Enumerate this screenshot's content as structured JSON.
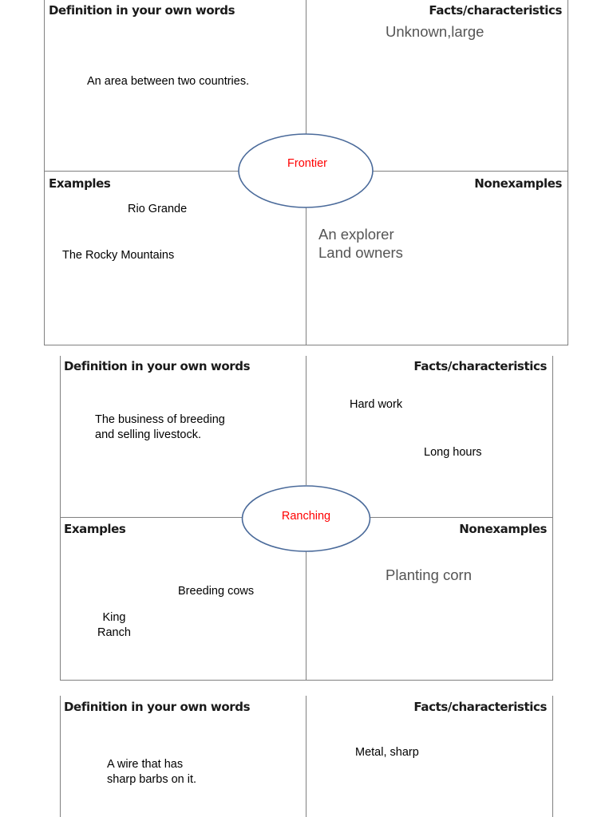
{
  "organizers": [
    {
      "headers": {
        "definition": "Definition in your own words",
        "facts": "Facts/characteristics",
        "examples": "Examples",
        "nonexamples": "Nonexamples"
      },
      "word": "Frontier",
      "definition": [
        "An area between two countries."
      ],
      "facts": [
        "Unknown,large"
      ],
      "examples": [
        "Rio Grande",
        "The Rocky Mountains"
      ],
      "nonexamples": [
        "An explorer\nLand owners"
      ]
    },
    {
      "headers": {
        "definition": "Definition in your own words",
        "facts": "Facts/characteristics",
        "examples": "Examples",
        "nonexamples": "Nonexamples"
      },
      "word": "Ranching",
      "definition": [
        "The business of breeding\nand selling livestock."
      ],
      "facts": [
        "Hard work",
        "Long hours"
      ],
      "examples": [
        "Breeding cows",
        "King\nRanch"
      ],
      "nonexamples": [
        "Planting corn"
      ]
    },
    {
      "headers": {
        "definition": "Definition in your own words",
        "facts": "Facts/characteristics"
      },
      "definition": [
        "A wire that has\nsharp barbs on it."
      ],
      "facts": [
        "Metal, sharp"
      ]
    }
  ],
  "colors": {
    "word_text": "#ff0000",
    "oval_stroke": "#4a6a9a",
    "grid_line": "#808080"
  }
}
